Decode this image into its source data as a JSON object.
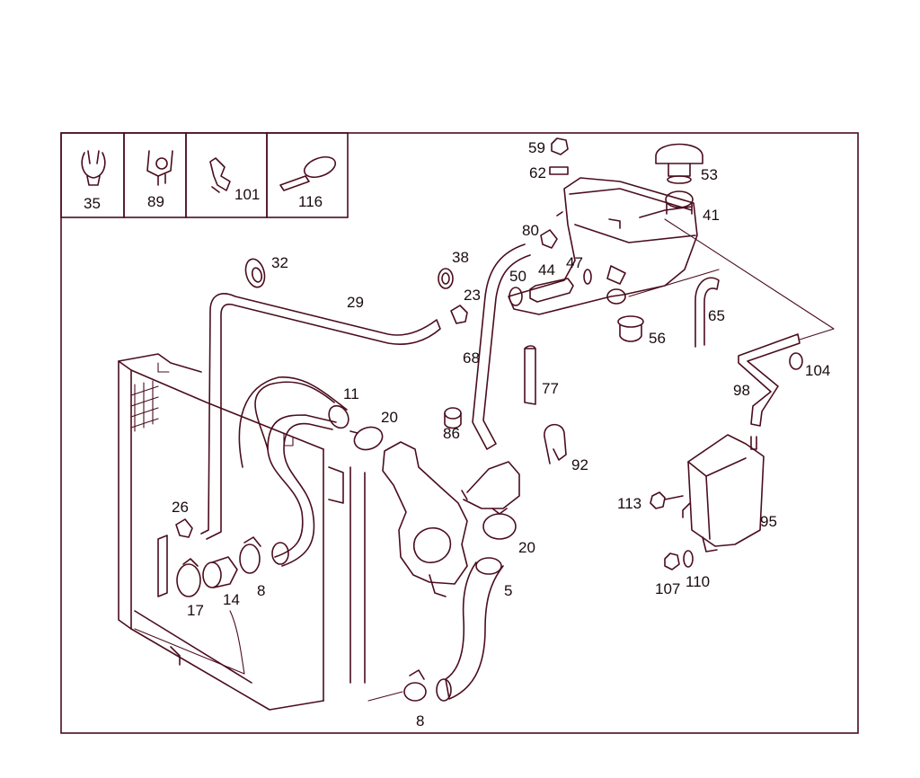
{
  "legend_parts": [
    {
      "number": "35",
      "icon": "hose-clip-icon"
    },
    {
      "number": "89",
      "icon": "bracket-clip-icon"
    },
    {
      "number": "101",
      "icon": "holder-clip-icon"
    },
    {
      "number": "116",
      "icon": "cable-tie-icon"
    }
  ],
  "callouts": {
    "p32": "32",
    "p29": "29",
    "p38": "38",
    "p23": "23",
    "p50": "50",
    "p44": "44",
    "p47": "47",
    "p80": "80",
    "p59": "59",
    "p62": "62",
    "p53": "53",
    "p41": "41",
    "p56": "56",
    "p65": "65",
    "p68": "68",
    "p77": "77",
    "p104": "104",
    "p98": "98",
    "p11": "11",
    "p20a": "20",
    "p86": "86",
    "p92": "92",
    "p26": "26",
    "p17": "17",
    "p14": "14",
    "p8a": "8",
    "p20b": "20",
    "p5": "5",
    "p8b": "8",
    "p113": "113",
    "p95": "95",
    "p107": "107",
    "p110": "110"
  }
}
